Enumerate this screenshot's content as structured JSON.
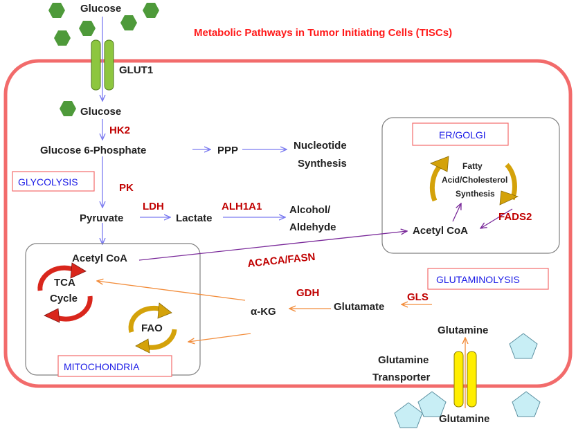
{
  "title": "Metabolic  Pathways in Tumor Initiating Cells (TISCs)",
  "colors": {
    "cell_membrane": "#f26b6b",
    "glycolysis_arrow": "#7b7bf0",
    "glutamine_arrow": "#f28c3a",
    "lipid_arrow": "#7a2a9a",
    "enzyme_text": "#c00000",
    "organelle_label": "#1a1ae6",
    "glucose_hexagon": "#4e9a3a",
    "glutamine_pentagon": "#c8eef5",
    "glut1_channel": "#8dc63f",
    "transporter_channel": "#ffee00",
    "cycle_red": "#d9261c",
    "cycle_gold": "#d4a20a"
  },
  "labels": {
    "glucose_outside": "Glucose",
    "glut1": "GLUT1",
    "glucose_inside": "Glucose",
    "hk2": "HK2",
    "g6p": "Glucose 6-Phosphate",
    "ppp": "PPP",
    "nucleotide_1": "Nucleotide",
    "nucleotide_2": "Synthesis",
    "glycolysis": "GLYCOLYSIS",
    "pk": "PK",
    "pyruvate": "Pyruvate",
    "ldh": "LDH",
    "lactate": "Lactate",
    "alh1a1": "ALH1A1",
    "alcohol_1": "Alcohol/",
    "alcohol_2": "Aldehyde",
    "acetyl_coa_mito": "Acetyl CoA",
    "acaca_fasn": "ACACA/FASN",
    "tca_1": "TCA",
    "tca_2": "Cycle",
    "fao": "FAO",
    "mitochondria": "MITOCHONDRIA",
    "er_golgi": "ER/GOLGI",
    "fatty_1": "Fatty",
    "fatty_2": "Acid/Cholesterol",
    "fatty_3": "Synthesis",
    "acetyl_coa_er": "Acetyl CoA",
    "fads2": "FADS2",
    "glutaminolysis": "GLUTAMINOLYSIS",
    "gdh": "GDH",
    "akg": "α-KG",
    "glutamate": "Glutamate",
    "gls": "GLS",
    "glutamine_inside": "Glutamine",
    "transporter_1": "Glutamine",
    "transporter_2": "Transporter",
    "glutamine_outside": "Glutamine"
  }
}
